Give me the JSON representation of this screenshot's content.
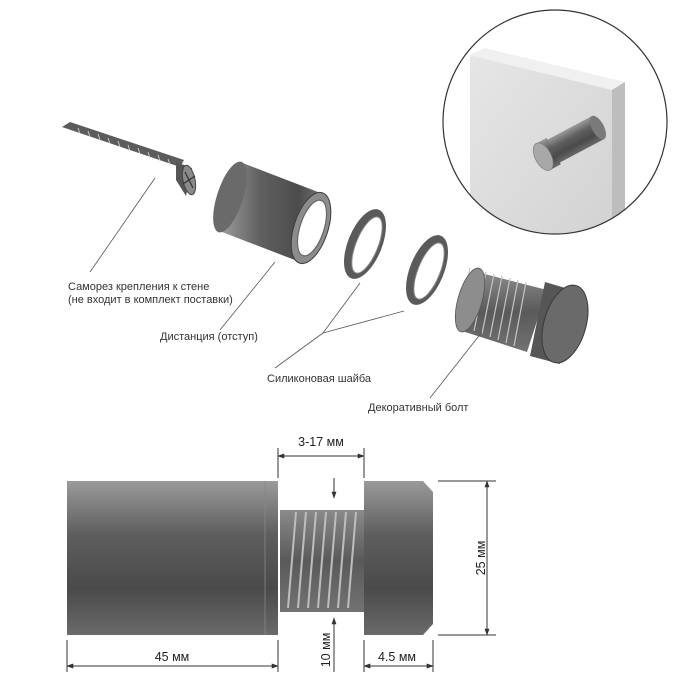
{
  "exploded_view": {
    "labels": {
      "screw_line1": "Саморез крепления к стене",
      "screw_line2": "(не входит в комплект поставки)",
      "spacer": "Дистанция (отступ)",
      "washer": "Силиконовая шайба",
      "bolt": "Декоративный болт"
    }
  },
  "dimensions": {
    "gap": "3-17 мм",
    "height": "25 мм",
    "body_length": "45 мм",
    "thread": "10 мм",
    "cap_length": "4.5 мм"
  }
}
